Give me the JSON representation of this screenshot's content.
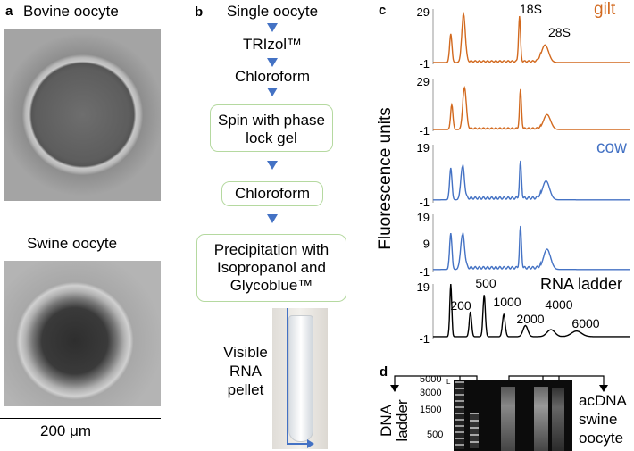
{
  "panel_a": {
    "label": "a",
    "top_title": "Bovine oocyte",
    "bottom_title": "Swine oocyte",
    "scale_bar": "200 μm"
  },
  "panel_b": {
    "label": "b",
    "steps": [
      "Single oocyte",
      "TRIzol™",
      "Chloroform"
    ],
    "boxes": [
      "Spin with phase lock gel",
      "Chloroform",
      "Precipitation with Isopropanol and Glycoblue™"
    ],
    "pellet_label": "Visible RNA pellet",
    "arrow_color": "#4472c4",
    "box_border_color": "#b5d9a0"
  },
  "panel_c": {
    "label": "c",
    "ylabel": "Fluorescence units",
    "gilt_label": "gilt",
    "cow_label": "cow",
    "ladder_label": "RNA ladder",
    "peak_18s": "18S",
    "peak_28s": "28S",
    "colors": {
      "gilt": "#d2691e",
      "cow": "#4472c4",
      "ladder": "#000000"
    }
  },
  "chart_data": {
    "type": "line",
    "traces": [
      {
        "group": "gilt",
        "ymin": -1,
        "ymax": 29,
        "ticks": [
          "29",
          "-1"
        ],
        "peaks": [
          [
            9,
            15.5,
            0.6
          ],
          [
            15.5,
            25.5,
            0.9
          ],
          [
            44,
            24.5,
            0.5
          ],
          [
            57,
            9.5,
            1.8
          ]
        ]
      },
      {
        "group": "gilt",
        "ymin": -1,
        "ymax": 29,
        "ticks": [
          "29",
          "-1"
        ],
        "peaks": [
          [
            9.5,
            14,
            0.6
          ],
          [
            16,
            23.5,
            0.9
          ],
          [
            44.5,
            22,
            0.5
          ],
          [
            58,
            8.5,
            1.8
          ]
        ]
      },
      {
        "group": "cow",
        "ymin": -1,
        "ymax": 19,
        "ticks": [
          "19",
          "-1"
        ],
        "peaks": [
          [
            9,
            11,
            0.6
          ],
          [
            15,
            11.5,
            0.9
          ],
          [
            44.5,
            12.5,
            0.5
          ],
          [
            57.5,
            6.5,
            1.8
          ]
        ]
      },
      {
        "group": "cow",
        "ymin": -1,
        "ymax": 19,
        "ticks": [
          "19",
          "9",
          "-1"
        ],
        "peaks": [
          [
            9,
            12.5,
            0.6
          ],
          [
            15,
            12,
            1.0
          ],
          [
            44.5,
            14,
            0.5
          ],
          [
            58,
            7,
            1.8
          ]
        ]
      },
      {
        "group": "ladder",
        "ymin": -1,
        "ymax": 19,
        "ticks": [
          "19",
          "-1"
        ],
        "peaks": [
          [
            9,
            19,
            0.5
          ],
          [
            19,
            9,
            0.6
          ],
          [
            26,
            15,
            0.6
          ],
          [
            36,
            8,
            0.7
          ],
          [
            47,
            4,
            1.2
          ],
          [
            60,
            2.5,
            2
          ],
          [
            73,
            2,
            2.6
          ]
        ],
        "peak_labels": [
          "200",
          "500",
          "1000",
          "2000",
          "4000",
          "6000"
        ]
      }
    ]
  },
  "panel_d": {
    "label": "d",
    "ladder_label": "DNA ladder",
    "sample_label": "acDNA swine oocyte",
    "ladder_marks": [
      "5000",
      "3000",
      "1500",
      "500"
    ],
    "lane_marker": "L"
  }
}
